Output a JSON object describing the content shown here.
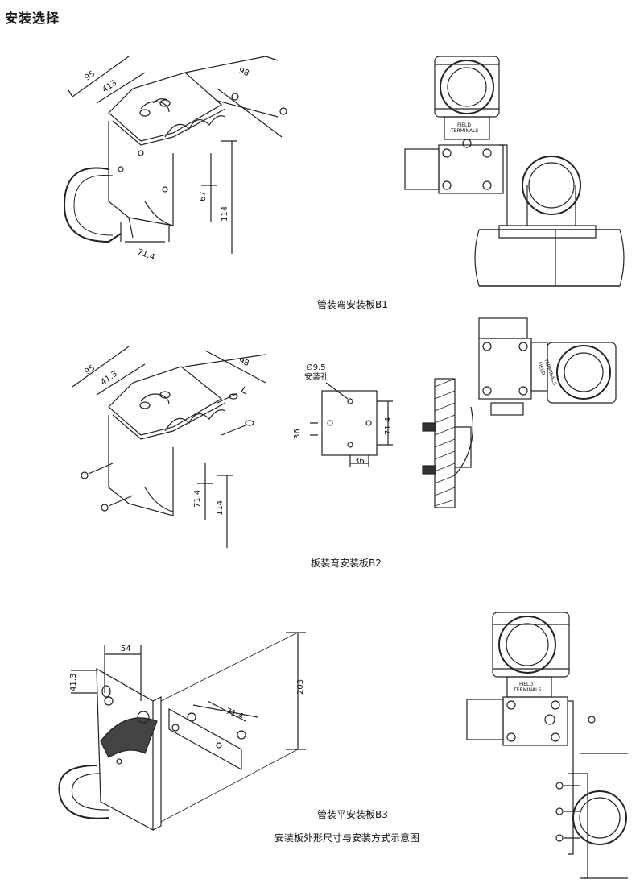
{
  "page": {
    "title": "安装选择"
  },
  "figures": [
    {
      "caption": "管装弯安装板B1",
      "dims": [
        "95",
        "413",
        "98",
        "67",
        "114",
        "71.4"
      ]
    },
    {
      "caption": "板装弯安装板B2",
      "dims": [
        "95",
        "41.3",
        "98",
        "71.4",
        "114"
      ]
    },
    {
      "caption": "管装平安装板B3",
      "dims": [
        "54",
        "41.3",
        "203",
        "71.4"
      ]
    }
  ],
  "b2_plate": {
    "hole_label_1": "∅9.5",
    "hole_label_2": "安装孔",
    "dims": [
      "36",
      "71.4",
      "36"
    ]
  },
  "transmitter": {
    "label_1": "FIELD",
    "label_2": "TERMINALS"
  },
  "summary_caption": "安装板外形尺寸与安装方式示意图"
}
